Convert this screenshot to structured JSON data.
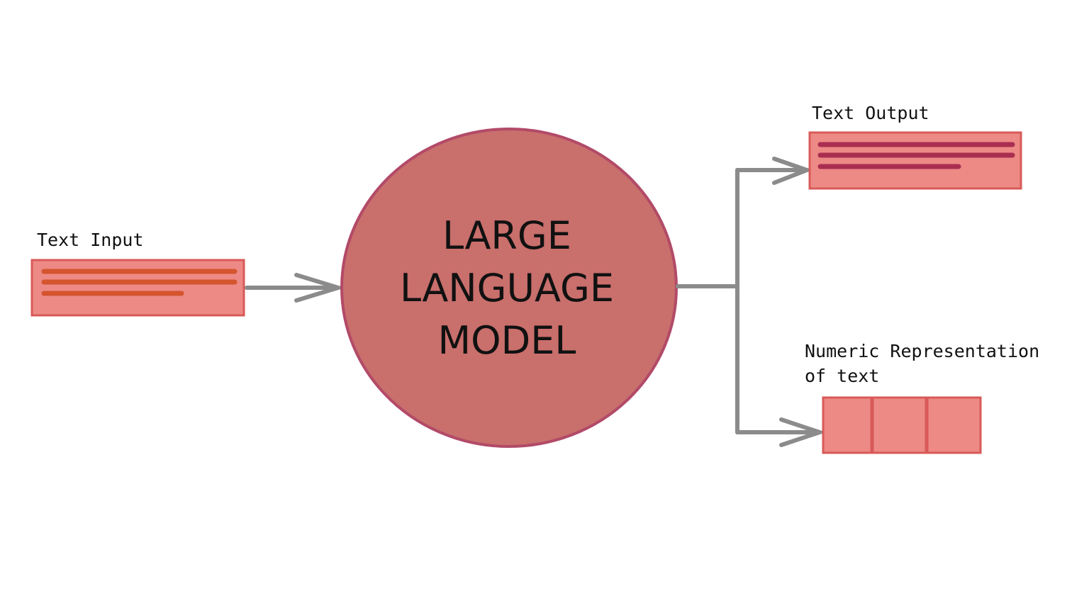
{
  "input": {
    "label": "Text Input"
  },
  "model": {
    "lines": [
      "LARGE",
      "LANGUAGE",
      "MODEL"
    ]
  },
  "outputs": {
    "text": {
      "label": "Text Output"
    },
    "numeric": {
      "label_lines": [
        "Numeric Representation",
        "of text"
      ]
    }
  },
  "colors": {
    "box_fill": "#ed8a86",
    "box_border": "#d85a58",
    "input_lines": "#d4552e",
    "output_lines": "#a92e50",
    "circle_fill": "#c96f6c",
    "circle_border": "#b24a68",
    "arrow": "#8b8b8b",
    "text": "#111111"
  }
}
